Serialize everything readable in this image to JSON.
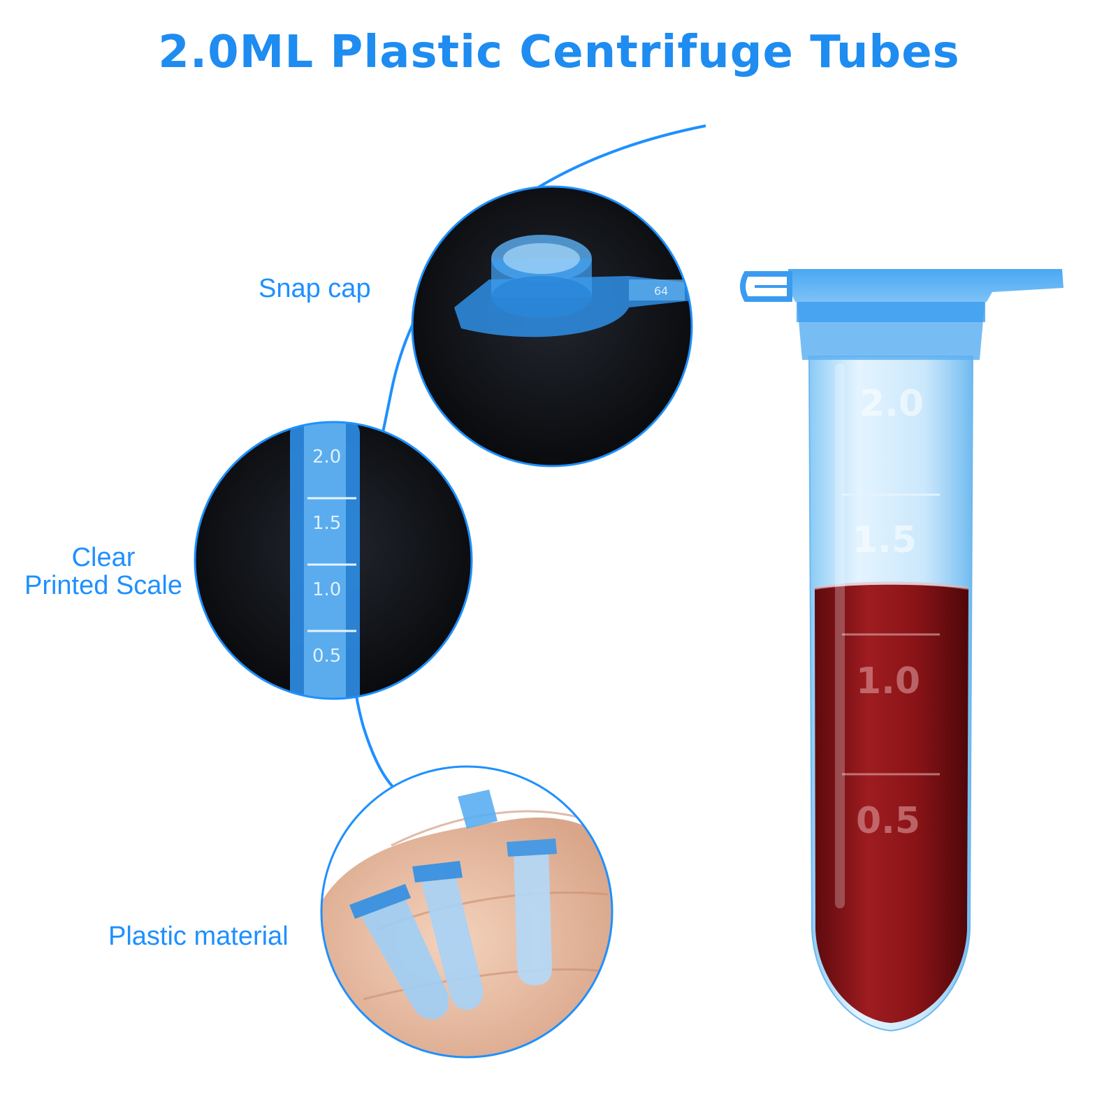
{
  "title": "2.0ML Plastic Centrifuge Tubes",
  "callouts": {
    "snap_cap": "Snap cap",
    "scale_line1": "Clear",
    "scale_line2": "Printed Scale",
    "material": "Plastic material"
  },
  "tube_scale": {
    "mark_2_0": "2.0",
    "mark_1_5": "1.5",
    "mark_1_0": "1.0",
    "mark_0_5": "0.5"
  },
  "cap_number": "64",
  "colors": {
    "accent": "#1e90ff",
    "title": "#1e8cf0",
    "circle_bg": "#0c0e12",
    "tube_blue": "#3aa0f0",
    "liquid": "#8e1216"
  }
}
